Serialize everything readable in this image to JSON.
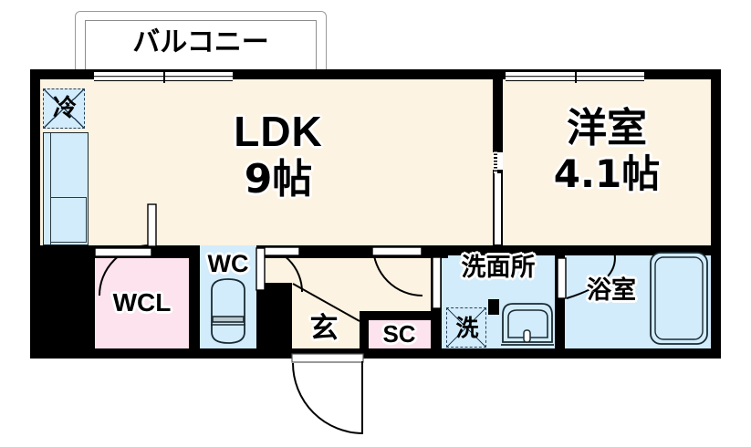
{
  "plan": {
    "type": "japanese-floor-plan",
    "colors": {
      "room_floor": "#FDF3E2",
      "wet_area": "#D2ECFB",
      "closet": "#FCE3EE",
      "wall": "#000000",
      "background": "#FFFFFF"
    },
    "rooms": [
      {
        "id": "balcony",
        "label": "バルコニー",
        "area": "",
        "fill": "#FFFFFF"
      },
      {
        "id": "ldk",
        "label": "LDK",
        "area": "9帖",
        "fill": "#FDF3E2"
      },
      {
        "id": "bedroom",
        "label": "洋室",
        "area": "4.1帖",
        "fill": "#FDF3E2"
      },
      {
        "id": "wcl",
        "label": "WCL",
        "area": "",
        "fill": "#FCE3EE"
      },
      {
        "id": "wc",
        "label": "WC",
        "area": "",
        "fill": "#D2ECFB"
      },
      {
        "id": "entrance",
        "label": "玄",
        "area": "",
        "fill": "#FDF3E2"
      },
      {
        "id": "sc",
        "label": "SC",
        "area": "",
        "fill": "#FCE3EE"
      },
      {
        "id": "washroom",
        "label": "洗面所",
        "area": "",
        "fill": "#D2ECFB"
      },
      {
        "id": "bathroom",
        "label": "浴室",
        "area": "",
        "fill": "#D2ECFB"
      }
    ],
    "appliances": [
      {
        "id": "refrigerator",
        "label": "冷",
        "note": "dashed-square-marker"
      },
      {
        "id": "washing-machine",
        "label": "洗",
        "note": "dashed-square-marker"
      }
    ],
    "fixtures": [
      {
        "id": "kitchen-counter",
        "label": ""
      },
      {
        "id": "toilet-bowl",
        "label": ""
      },
      {
        "id": "vanity-sink",
        "label": ""
      },
      {
        "id": "bathtub",
        "label": ""
      }
    ],
    "openings": [
      {
        "id": "balcony-sliding-door",
        "kind": "sliding"
      },
      {
        "id": "bedroom-window",
        "kind": "sliding-window"
      },
      {
        "id": "ldk-bedroom-partition",
        "kind": "sliding-partition"
      },
      {
        "id": "entrance-door",
        "kind": "hinged"
      },
      {
        "id": "wcl-door",
        "kind": "hinged"
      },
      {
        "id": "wc-door",
        "kind": "hinged"
      },
      {
        "id": "washroom-door",
        "kind": "hinged"
      },
      {
        "id": "bathroom-door",
        "kind": "folding"
      },
      {
        "id": "ldk-hall-door",
        "kind": "hinged"
      }
    ]
  }
}
